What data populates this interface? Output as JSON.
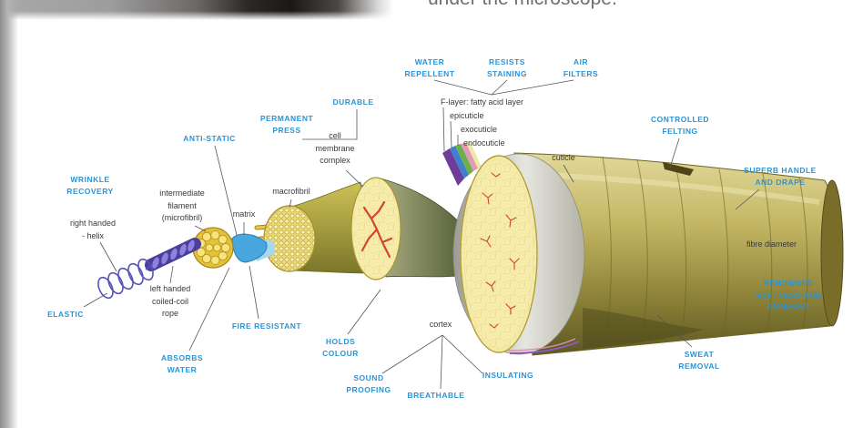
{
  "caption": "under the microscope.",
  "properties": {
    "water_repellent": "WATER\nREPELLENT",
    "resists_staining": "RESISTS\nSTAINING",
    "air_filters": "AIR\nFILTERS",
    "durable": "DURABLE",
    "permanent_press": "PERMANENT\nPRESS",
    "controlled_felting": "CONTROLLED\nFELTING",
    "anti_static": "ANTI-STATIC",
    "superb_handle": "SUPERB HANDLE\nAND DRAPE",
    "wrinkle_recovery": "WRINKLE\nRECOVERY",
    "renowned_softness": "RENOWNED\nSOFTNESS AND\nCOMFORT",
    "elastic": "ELASTIC",
    "fire_resistant": "FIRE RESISTANT",
    "holds_colour": "HOLDS\nCOLOUR",
    "sweat_removal": "SWEAT\nREMOVAL",
    "absorbs_water": "ABSORBS\nWATER",
    "sound_proofing": "SOUND\nPROOFING",
    "insulating": "INSULATING",
    "breathable": "BREATHABLE"
  },
  "structures": {
    "f_layer": "F-layer: fatty acid layer",
    "epicuticle": "epicuticle",
    "exocuticle": "exocuticle",
    "endocuticle": "endocuticle",
    "cell_membrane_complex": "cell\nmembrane\ncomplex",
    "cuticle": "cuticle",
    "macrofibril": "macrofibril",
    "intermediate_filament": "intermediate\nfilament\n(microfibril)",
    "matrix": "matrix",
    "right_handed_helix": "right handed\n- helix",
    "left_handed_rope": "left handed\ncoiled-coil\nrope",
    "cortex": "cortex",
    "fibre_diameter": "fibre diameter"
  },
  "colors": {
    "property_label": "#2a94d6",
    "structure_label": "#3a3a3a"
  }
}
